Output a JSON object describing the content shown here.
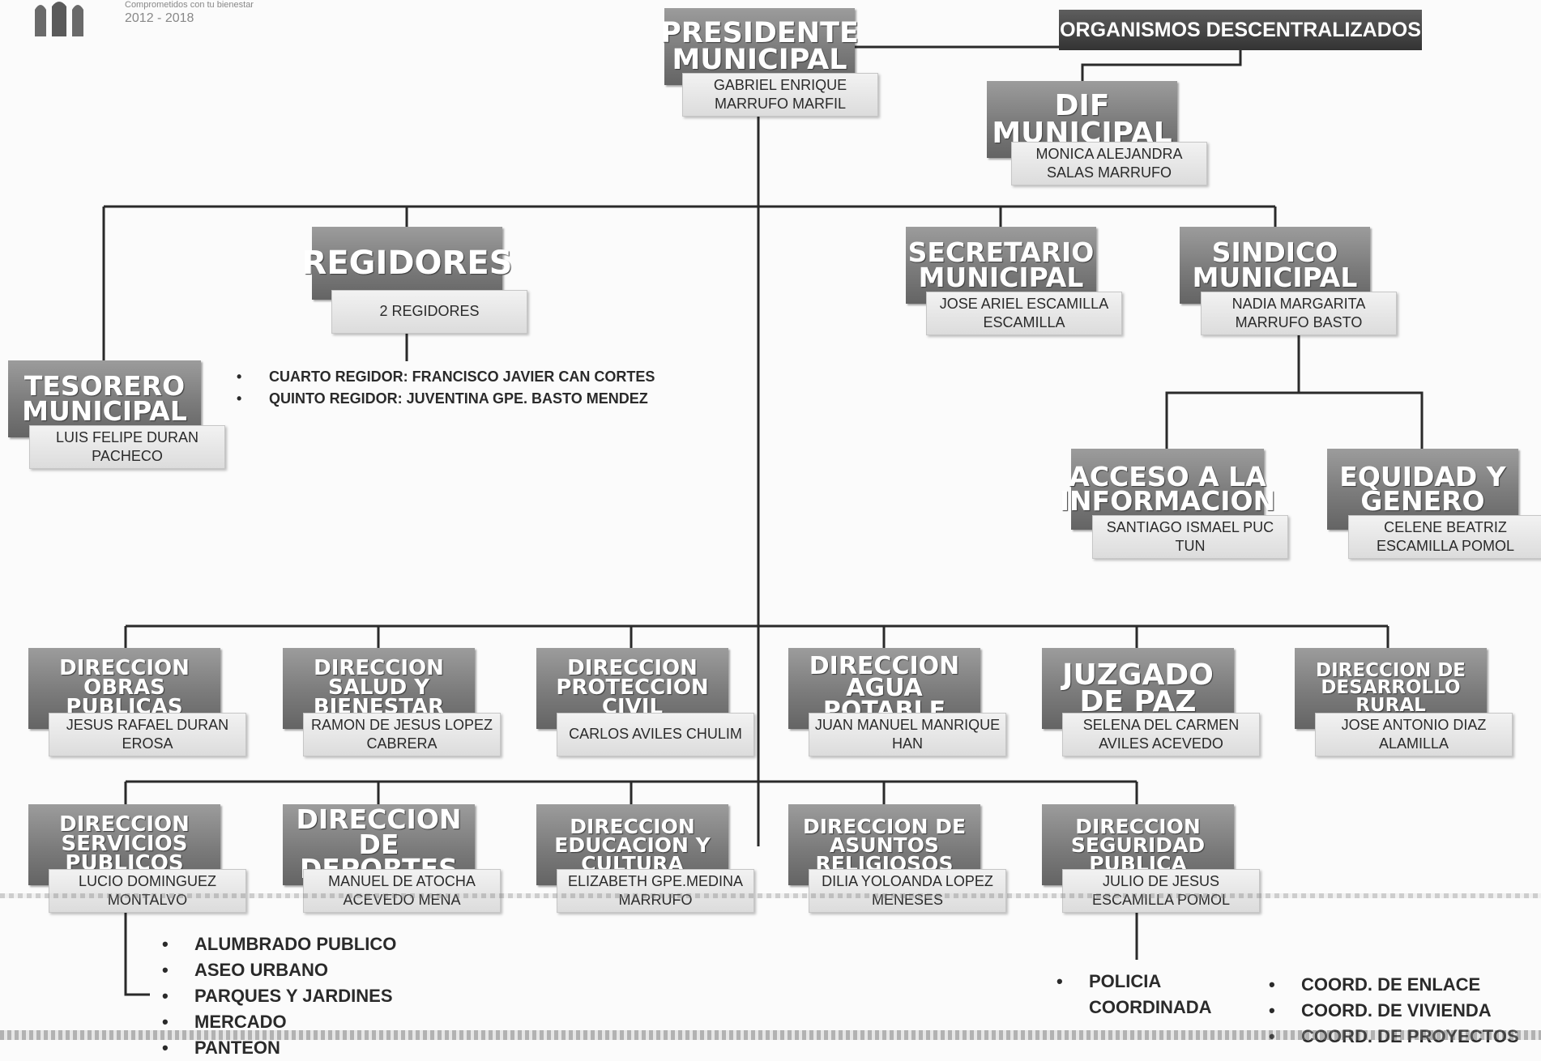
{
  "header": {
    "logo_name": "logo-arches-icon",
    "tagline": "Comprometidos con tu bienestar",
    "period": "2012 - 2018"
  },
  "organismos": "ORGANISMOS DESCENTRALIZADOS",
  "nodes": {
    "presidente": {
      "role": "PRESIDENTE MUNICIPAL",
      "name": "GABRIEL ENRIQUE MARRUFO MARFIL"
    },
    "dif": {
      "role": "DIF MUNICIPAL",
      "name": "MONICA ALEJANDRA SALAS MARRUFO"
    },
    "regidores": {
      "role": "REGIDORES",
      "name": "2 REGIDORES"
    },
    "secretario": {
      "role": "SECRETARIO MUNICIPAL",
      "name": "JOSE ARIEL ESCAMILLA ESCAMILLA"
    },
    "sindico": {
      "role": "SINDICO MUNICIPAL",
      "name": "NADIA MARGARITA MARRUFO BASTO"
    },
    "tesorero": {
      "role": "TESORERO MUNICIPAL",
      "name": "LUIS FELIPE DURAN PACHECO"
    },
    "acceso": {
      "role": "ACCESO A LA INFORMACION",
      "name": "SANTIAGO ISMAEL PUC TUN"
    },
    "equidad": {
      "role": "EQUIDAD Y GENERO",
      "name": "CELENE BEATRIZ ESCAMILLA POMOL"
    },
    "obras": {
      "role": "DIRECCION OBRAS PUBLICAS",
      "name": "JESUS RAFAEL DURAN EROSA"
    },
    "salud": {
      "role": "DIRECCION SALUD Y BIENESTAR",
      "name": "RAMON DE JESUS LOPEZ CABRERA"
    },
    "proteccion": {
      "role": "DIRECCION PROTECCION CIVIL",
      "name": "CARLOS AVILES CHULIM"
    },
    "agua": {
      "role": "DIRECCION AGUA POTABLE",
      "name": "JUAN MANUEL MANRIQUE HAN"
    },
    "juzgado": {
      "role": "JUZGADO DE PAZ",
      "name": "SELENA DEL CARMEN AVILES ACEVEDO"
    },
    "rural": {
      "role": "DIRECCION DE DESARROLLO RURAL",
      "name": "JOSE ANTONIO DIAZ ALAMILLA"
    },
    "servicios": {
      "role": "DIRECCION SERVICIOS PUBLICOS",
      "name": "LUCIO DOMINGUEZ MONTALVO"
    },
    "deportes": {
      "role": "DIRECCION DE DEPORTES",
      "name": "MANUEL DE ATOCHA ACEVEDO MENA"
    },
    "educacion": {
      "role": "DIRECCION EDUCACION Y CULTURA",
      "name": "ELIZABETH GPE.MEDINA MARRUFO"
    },
    "religiosos": {
      "role": "DIRECCION DE ASUNTOS RELIGIOSOS",
      "name": "DILIA YOLOANDA LOPEZ MENESES"
    },
    "seguridad": {
      "role": "DIRECCION SEGURIDAD PUBLICA",
      "name": "JULIO DE JESUS ESCAMILLA POMOL"
    }
  },
  "regidores_list": [
    "CUARTO REGIDOR: FRANCISCO JAVIER CAN CORTES",
    "QUINTO REGIDOR: JUVENTINA GPE. BASTO MENDEZ"
  ],
  "servicios_list": [
    "ALUMBRADO PUBLICO",
    "ASEO URBANO",
    "PARQUES Y JARDINES",
    "MERCADO",
    "PANTEON"
  ],
  "seguridad_list": [
    "POLICIA COORDINADA"
  ],
  "coord_list": [
    "COORD. DE ENLACE",
    "COORD. DE VIVIENDA",
    "COORD. DE PROYECTOS"
  ]
}
